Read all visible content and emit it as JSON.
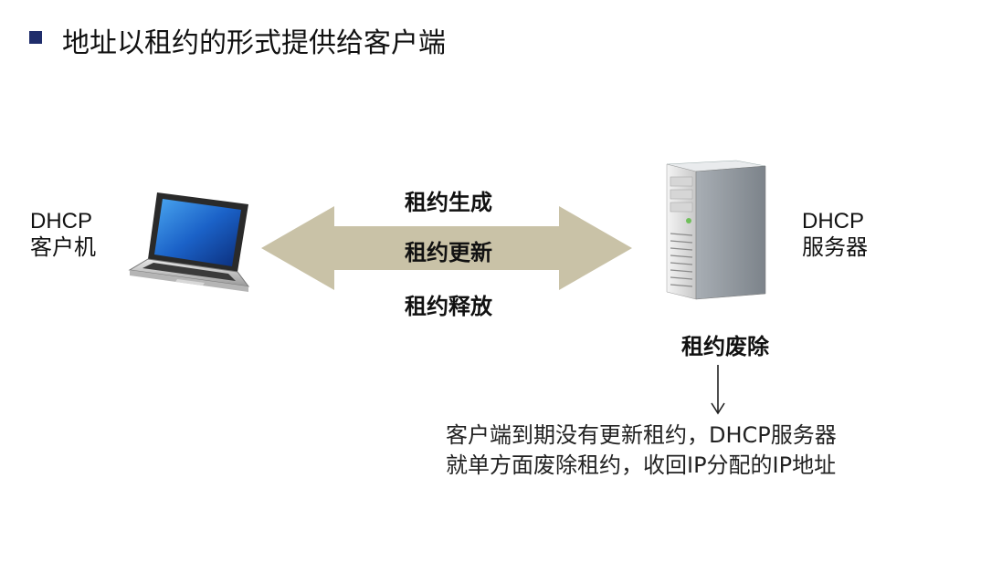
{
  "title": "地址以租约的形式提供给客户端",
  "client": {
    "line1": "DHCP",
    "line2": "客户机"
  },
  "server": {
    "line1": "DHCP",
    "line2": "服务器"
  },
  "operations": [
    "租约生成",
    "租约更新",
    "租约释放"
  ],
  "revoke": {
    "label": "租约废除"
  },
  "note": {
    "line1": "客户端到期没有更新租约，DHCP服务器",
    "line2": "就单方面废除租约，收回IP分配的IP地址"
  },
  "colors": {
    "bullet": "#1f2d6b",
    "arrow": "#c9c2a7"
  },
  "icons": [
    "laptop-icon",
    "server-tower-icon",
    "double-arrow-icon",
    "down-arrow-icon"
  ]
}
